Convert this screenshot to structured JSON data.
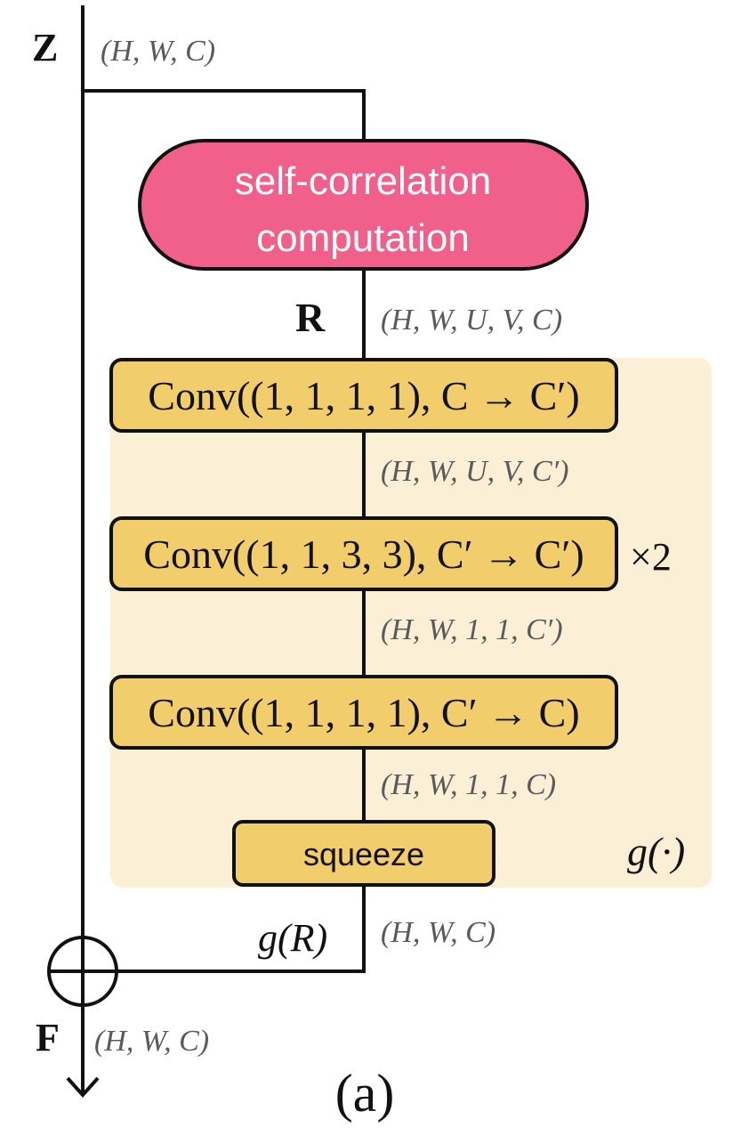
{
  "diagram": {
    "inputs": {
      "z_label": "Z",
      "z_shape": "(H, W, C)"
    },
    "self_correlation": {
      "line1": "self-correlation",
      "line2": "computation",
      "color": "#f0608a"
    },
    "r_label": "R",
    "r_shape": "(H, W, U, V, C)",
    "conv_blocks": [
      {
        "label": "Conv((1, 1, 1, 1), C → C′)",
        "out_shape": "(H, W, U, V, C′)"
      },
      {
        "label": "Conv((1, 1, 3, 3), C′ → C′)",
        "repeat": "×2",
        "out_shape": "(H, W, 1, 1, C′)"
      },
      {
        "label": "Conv((1, 1, 1, 1), C′ → C)",
        "out_shape": "(H, W, 1, 1, C)"
      }
    ],
    "squeeze": {
      "label": "squeeze"
    },
    "g_label": "g(·)",
    "gR_label": "g(R)",
    "gR_shape": "(H, W, C)",
    "output": {
      "f_label": "F",
      "f_shape": "(H, W, C)"
    },
    "caption": "(a)",
    "colors": {
      "block": "#f2cd6c",
      "region": "#fbefd6",
      "stroke": "#111111"
    }
  }
}
